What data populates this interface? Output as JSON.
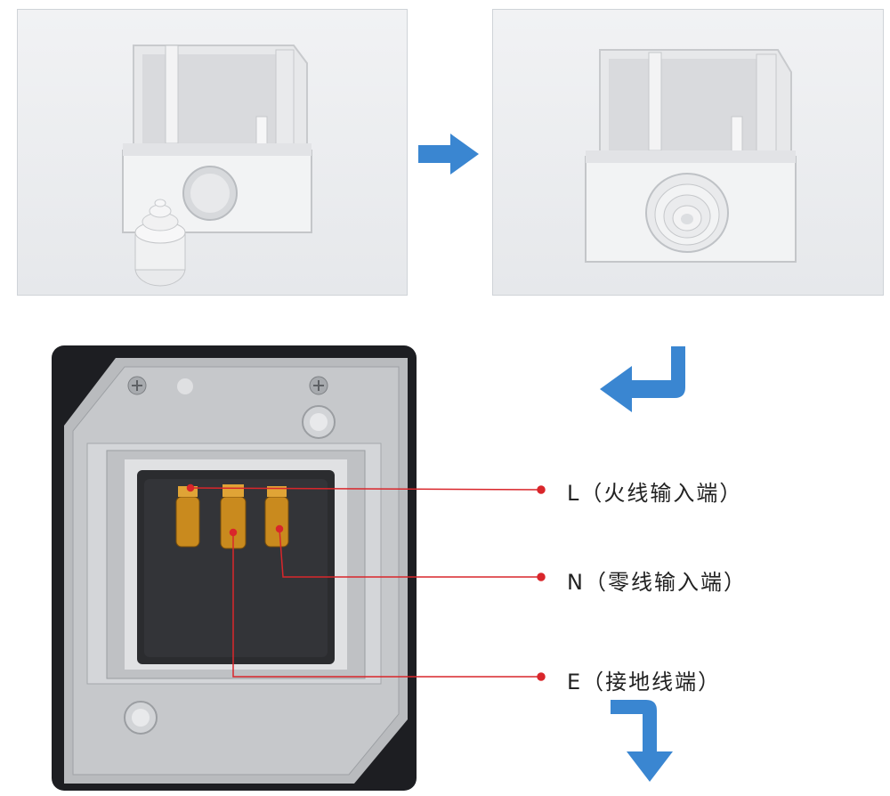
{
  "labels": {
    "l": "L（火线输入端）",
    "n": "N（零线输入端）",
    "e": "E（接地线端）"
  },
  "colors": {
    "arrow": "#3a86d1",
    "leader": "#d9262b",
    "box_body": "#eeeff1",
    "housing_frame": "#1d1e22",
    "module": "#2b2c2f",
    "terminal": "#c98a1e"
  },
  "icons": [
    "arrow-right-icon",
    "arrow-turn-left-icon",
    "arrow-turn-down-icon"
  ]
}
